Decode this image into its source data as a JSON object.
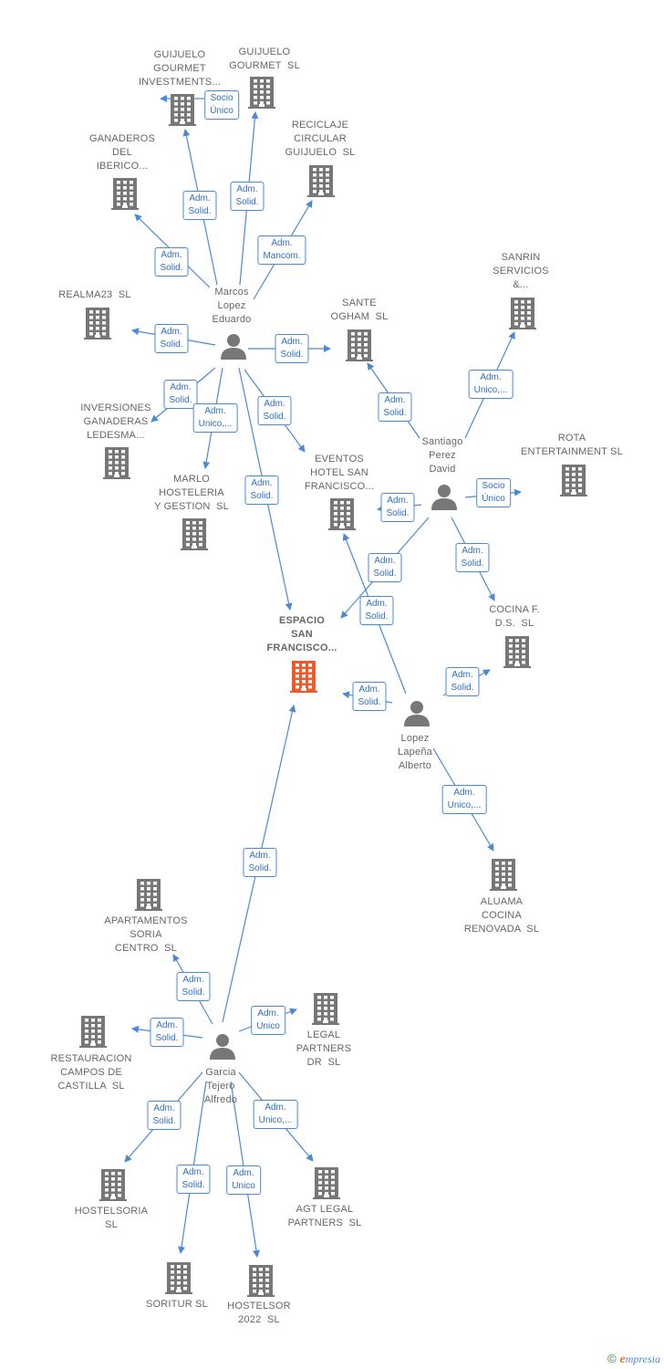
{
  "colors": {
    "edge": "#4a8ad4",
    "company_icon": "#777777",
    "main_icon": "#f05a28",
    "person_icon": "#777777",
    "badge_text": "#2f6fc0"
  },
  "footer": {
    "copyright": "©",
    "brand_initial": "e",
    "brand_rest": "mpresia"
  },
  "nodes": [
    {
      "id": "guijuelo-gourmet-inv",
      "type": "company",
      "label": "GUIJUELO\nGOURMET\nINVESTMENTS..."
    },
    {
      "id": "guijuelo-gourmet",
      "type": "company",
      "label": "GUIJUELO\nGOURMET  SL"
    },
    {
      "id": "reciclaje",
      "type": "company",
      "label": "RECICLAJE\nCIRCULAR\nGUIJUELO  SL"
    },
    {
      "id": "ganaderos",
      "type": "company",
      "label": "GANADEROS\nDEL\nIBERICO..."
    },
    {
      "id": "realma23",
      "type": "company",
      "label": "REALMA23  SL"
    },
    {
      "id": "marcos",
      "type": "person",
      "label": "Marcos\nLopez\nEduardo"
    },
    {
      "id": "sante",
      "type": "company",
      "label": "SANTE\nOGHAM  SL"
    },
    {
      "id": "sanrin",
      "type": "company",
      "label": "SANRIN\nSERVICIOS\n&..."
    },
    {
      "id": "inversiones",
      "type": "company",
      "label": "INVERSIONES\nGANADERAS\nLEDESMA..."
    },
    {
      "id": "marlo",
      "type": "company",
      "label": "MARLO\nHOSTELERIA\nY GESTION  SL"
    },
    {
      "id": "eventos",
      "type": "company",
      "label": "EVENTOS\nHOTEL SAN\nFRANCISCO..."
    },
    {
      "id": "santiago",
      "type": "person",
      "label": "Santiago\nPerez\nDavid"
    },
    {
      "id": "rota",
      "type": "company",
      "label": "ROTA\nENTERTAINMENT SL"
    },
    {
      "id": "espacio",
      "type": "main",
      "label": "ESPACIO\nSAN\nFRANCISCO..."
    },
    {
      "id": "cocina",
      "type": "company",
      "label": "COCINA F.\nD.S.  SL"
    },
    {
      "id": "lopez",
      "type": "person",
      "label": "Lopez\nLapeña\nAlberto"
    },
    {
      "id": "aluama",
      "type": "company",
      "label": "ALUAMA\nCOCINA\nRENOVADA  SL"
    },
    {
      "id": "apartamentos",
      "type": "company",
      "label": "APARTAMENTOS\nSORIA\nCENTRO  SL"
    },
    {
      "id": "legal",
      "type": "company",
      "label": "LEGAL\nPARTNERS\nDR  SL"
    },
    {
      "id": "restauracion",
      "type": "company",
      "label": "RESTAURACION\nCAMPOS DE\nCASTILLA  SL"
    },
    {
      "id": "garcia",
      "type": "person",
      "label": "Garcia\nTejero\nAlfredo"
    },
    {
      "id": "hostelsoria",
      "type": "company",
      "label": "HOSTELSORIA\nSL"
    },
    {
      "id": "agt",
      "type": "company",
      "label": "AGT LEGAL\nPARTNERS  SL"
    },
    {
      "id": "soritur",
      "type": "company",
      "label": "SORITUR SL"
    },
    {
      "id": "hostelsor",
      "type": "company",
      "label": "HOSTELSOR\n2022  SL"
    }
  ],
  "edges": [
    {
      "from": "marcos",
      "to": "guijuelo-gourmet-inv",
      "label": "Adm.\nSolid."
    },
    {
      "from": "marcos",
      "to": "guijuelo-gourmet",
      "label": "Adm.\nSolid."
    },
    {
      "from": "guijuelo-gourmet",
      "to": "guijuelo-gourmet-inv",
      "label": "Socio\nÚnico"
    },
    {
      "from": "marcos",
      "to": "reciclaje",
      "label": "Adm.\nMancom."
    },
    {
      "from": "marcos",
      "to": "ganaderos",
      "label": "Adm.\nSolid."
    },
    {
      "from": "marcos",
      "to": "realma23",
      "label": "Adm.\nSolid."
    },
    {
      "from": "marcos",
      "to": "sante",
      "label": "Adm.\nSolid."
    },
    {
      "from": "marcos",
      "to": "inversiones",
      "label": "Adm.\nSolid."
    },
    {
      "from": "marcos",
      "to": "marlo",
      "label": "Adm.\nUnico,..."
    },
    {
      "from": "marcos",
      "to": "eventos",
      "label": "Adm.\nSolid."
    },
    {
      "from": "marcos",
      "to": "espacio",
      "label": "Adm.\nSolid."
    },
    {
      "from": "santiago",
      "to": "sante",
      "label": "Adm.\nSolid."
    },
    {
      "from": "santiago",
      "to": "sanrin",
      "label": "Adm.\nUnico,..."
    },
    {
      "from": "santiago",
      "to": "rota",
      "label": "Socio\nÚnico"
    },
    {
      "from": "santiago",
      "to": "eventos",
      "label": "Adm.\nSolid."
    },
    {
      "from": "santiago",
      "to": "espacio",
      "label": "Adm.\nSolid."
    },
    {
      "from": "santiago",
      "to": "cocina",
      "label": "Adm.\nSolid."
    },
    {
      "from": "lopez",
      "to": "eventos",
      "label": "Adm.\nSolid."
    },
    {
      "from": "lopez",
      "to": "cocina",
      "label": "Adm.\nSolid."
    },
    {
      "from": "lopez",
      "to": "espacio",
      "label": "Adm.\nSolid."
    },
    {
      "from": "lopez",
      "to": "aluama",
      "label": "Adm.\nUnico,..."
    },
    {
      "from": "garcia",
      "to": "espacio",
      "label": "Adm.\nSolid."
    },
    {
      "from": "garcia",
      "to": "apartamentos",
      "label": "Adm.\nSolid."
    },
    {
      "from": "garcia",
      "to": "legal",
      "label": "Adm.\nUnico"
    },
    {
      "from": "garcia",
      "to": "restauracion",
      "label": "Adm.\nSolid."
    },
    {
      "from": "garcia",
      "to": "hostelsoria",
      "label": "Adm.\nSolid."
    },
    {
      "from": "garcia",
      "to": "agt",
      "label": "Adm.\nUnico,..."
    },
    {
      "from": "garcia",
      "to": "soritur",
      "label": "Adm.\nSolid."
    },
    {
      "from": "garcia",
      "to": "hostelsor",
      "label": "Adm.\nUnico"
    }
  ]
}
